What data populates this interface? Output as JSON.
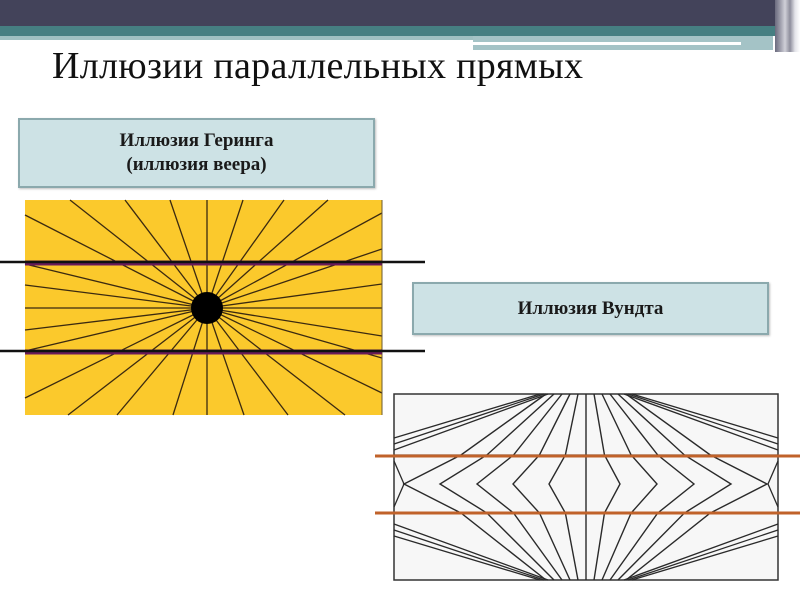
{
  "slide": {
    "title": "Иллюзии параллельных прямых"
  },
  "hering": {
    "label_line1": "Иллюзия Геринга",
    "label_line2": "(иллюзия веера)",
    "background_color": "#fbc92c",
    "ray_color": "#3b2a10",
    "parallel_line_color": "#111111",
    "parallel_line_tint": "#6a1a5a"
  },
  "wundt": {
    "label": "Иллюзия Вундта",
    "background_color": "#f7f7f7",
    "line_color": "#2a2a2a",
    "parallel_line_color": "#c0622a"
  },
  "theme": {
    "banner_dark": "#43435a",
    "banner_teal": "#467f82",
    "label_box_fill": "#cde2e5"
  }
}
